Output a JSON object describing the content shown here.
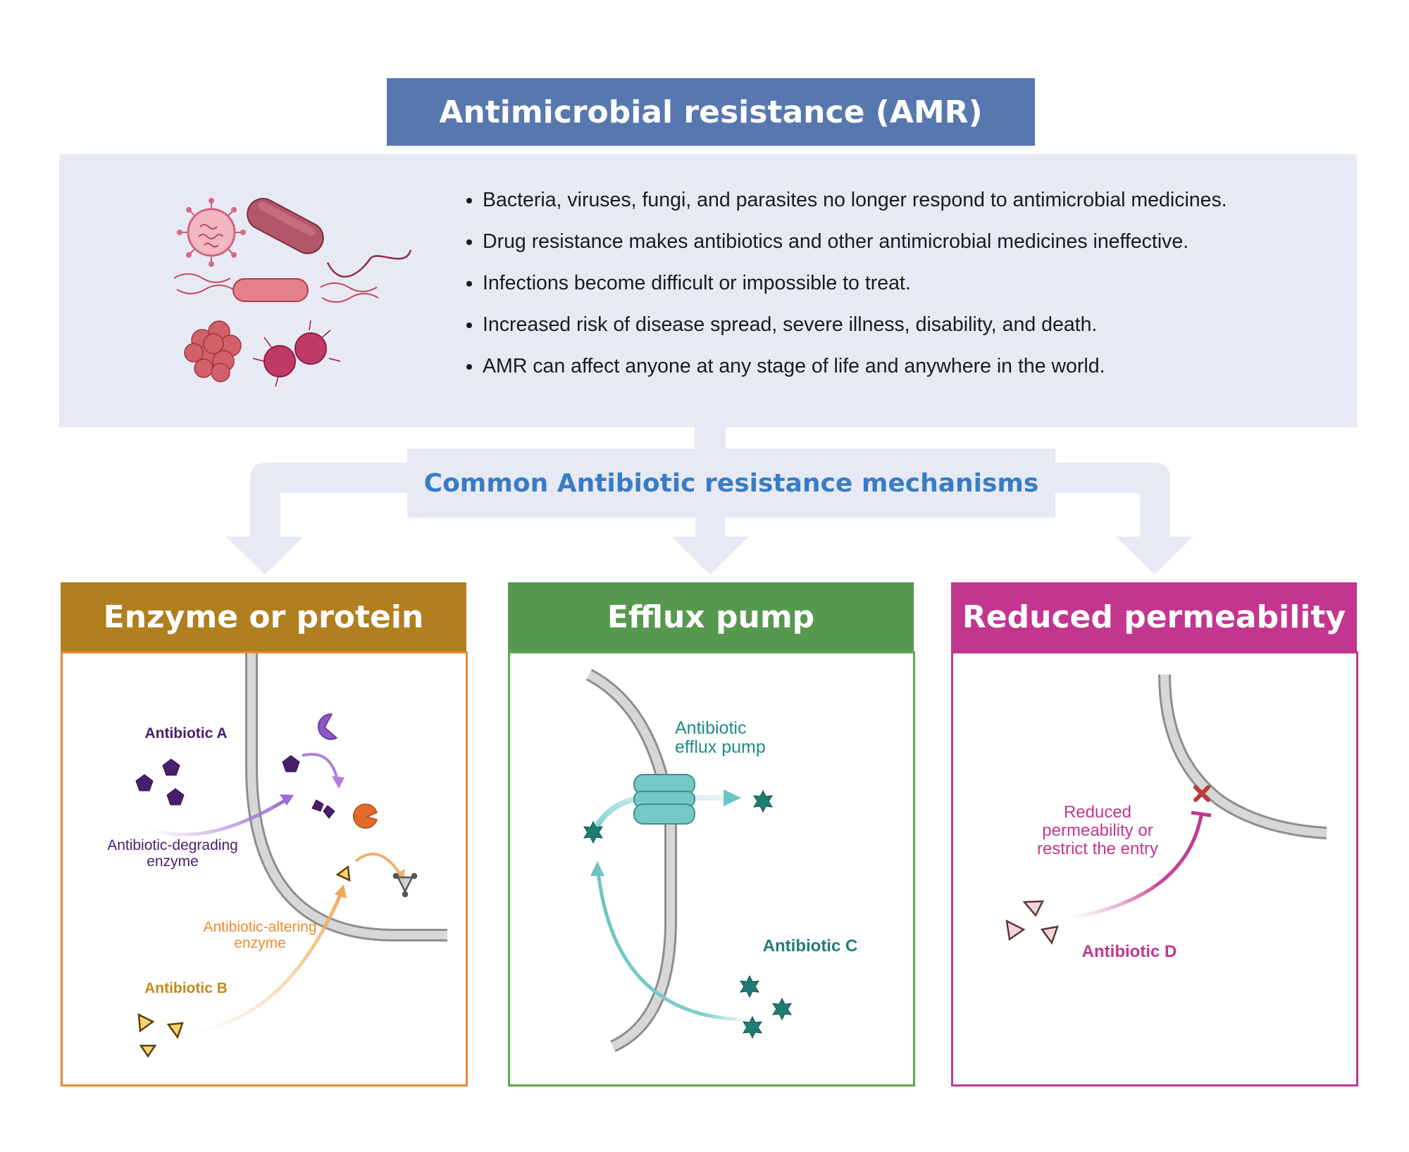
{
  "title": "Antimicrobial resistance (AMR)",
  "overview": {
    "bullets": [
      "Bacteria, viruses, fungi, and parasites no longer respond to antimicrobial medicines.",
      "Drug resistance makes antibiotics and other antimicrobial medicines ineffective.",
      "Infections become difficult or impossible to treat.",
      "Increased risk of disease spread, severe illness, disability, and death.",
      "AMR can affect anyone at any stage of life and anywhere in the world."
    ]
  },
  "mechanisms_heading": "Common Antibiotic resistance mechanisms",
  "panels": {
    "enzyme": {
      "title": "Enzyme or protein",
      "antibiotic_a": "Antibiotic A",
      "degrading_enzyme": "Antibiotic-degrading\nenzyme",
      "altering_enzyme": "Antibiotic-altering\nenzyme",
      "antibiotic_b": "Antibiotic B"
    },
    "efflux": {
      "title": "Efflux pump",
      "pump_label": "Antibiotic\nefflux pump",
      "antibiotic_c": "Antibiotic C"
    },
    "permeability": {
      "title": "Reduced permeability",
      "reduced_label": "Reduced\npermeability or\nrestrict the entry",
      "antibiotic_d": "Antibiotic D"
    }
  },
  "colors": {
    "title_bar": "#5777af",
    "light_panel": "#e7eaf5",
    "mechanisms_text": "#3a7cc4",
    "enzyme_header": "#b07f1f",
    "enzyme_border": "#e68a33",
    "efflux_header": "#57984f",
    "efflux_border": "#5ba94d",
    "permeability_header": "#c2368f",
    "permeability_border": "#c2368f",
    "antibiotic_a": "#4a1e6e",
    "antibiotic_b": "#fbd56c",
    "antibiotic_c": "#1e7d73",
    "antibiotic_d": "#f2d3e2"
  },
  "icons": [
    "virus-icon",
    "bacillus-bacterium-icon",
    "flagellated-rod-bacterium-icon",
    "staphylococcus-cluster-icon",
    "diplococcus-icon",
    "membrane-icon",
    "efflux-pump-icon",
    "block-x-icon",
    "arrow-icon"
  ]
}
